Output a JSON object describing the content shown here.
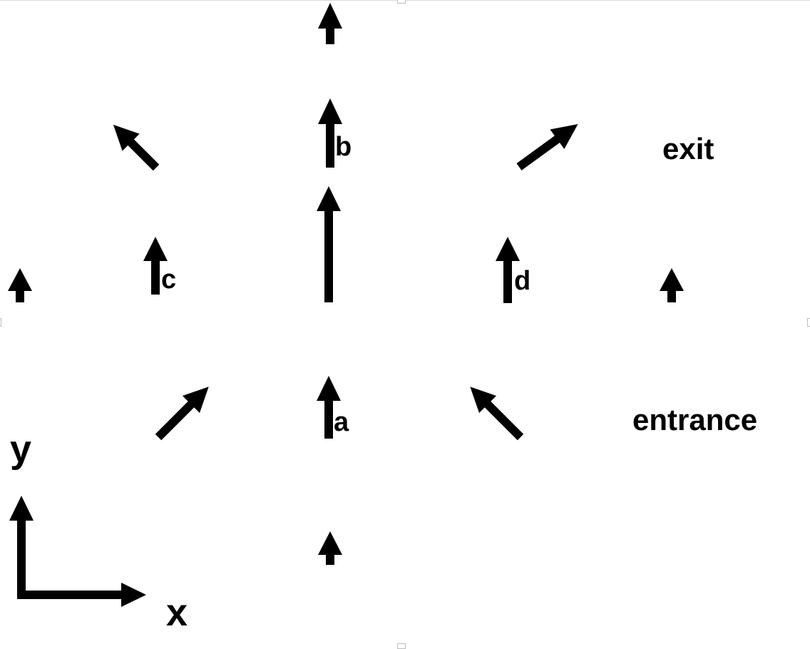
{
  "labels": {
    "exit": "exit",
    "entrance": "entrance",
    "a": "a",
    "b": "b",
    "c": "c",
    "d": "d",
    "axis_x": "x",
    "axis_y": "y"
  },
  "arrows": [
    {
      "name": "arrow-top-center",
      "direction": "up"
    },
    {
      "name": "arrow-b",
      "direction": "up",
      "label": "b"
    },
    {
      "name": "arrow-upper-left-diagonal",
      "direction": "up-left"
    },
    {
      "name": "arrow-upper-right-diagonal",
      "direction": "up-right"
    },
    {
      "name": "arrow-center-long",
      "direction": "up"
    },
    {
      "name": "arrow-c",
      "direction": "up",
      "label": "c"
    },
    {
      "name": "arrow-d",
      "direction": "up",
      "label": "d"
    },
    {
      "name": "arrow-far-left",
      "direction": "up"
    },
    {
      "name": "arrow-far-right",
      "direction": "up"
    },
    {
      "name": "arrow-a",
      "direction": "up",
      "label": "a"
    },
    {
      "name": "arrow-lower-left-diagonal",
      "direction": "up-right"
    },
    {
      "name": "arrow-lower-right-diagonal",
      "direction": "up-left"
    },
    {
      "name": "arrow-bottom-center",
      "direction": "up"
    }
  ],
  "colors": {
    "ink": "#000000",
    "background": "#ffffff"
  }
}
